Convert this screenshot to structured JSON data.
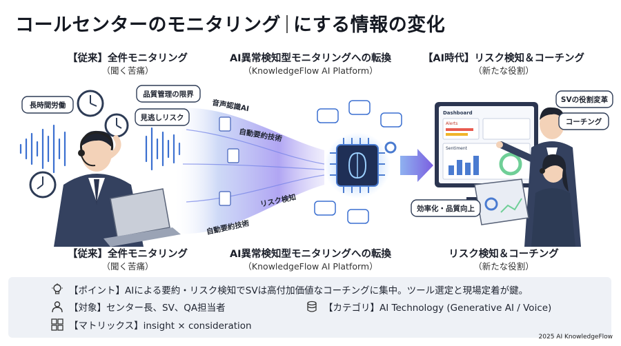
{
  "title": {
    "main": "コールセンターのモニタリング",
    "tail": "にする情報の変化"
  },
  "columns": {
    "left": {
      "label": "【従来】全件モニタリング",
      "sub": "（聞く苦痛）"
    },
    "middle": {
      "label": "AI異常検知型モニタリングへの転換",
      "sub": "（KnowledgeFlow AI Platform）"
    },
    "right": {
      "label": "【AI時代】リスク検知＆コーチング",
      "sub": "（新たな役割）"
    }
  },
  "bottom_labels": {
    "left": {
      "label": "【従来】全件モニタリング",
      "sub": "（聞く苦痛）"
    },
    "middle": {
      "label": "AI異常検知型モニタリングへの転換",
      "sub": "（KnowledgeFlow AI Platform）"
    },
    "right": {
      "label": "リスク検知＆コーチング",
      "sub": "（新たな役割）"
    }
  },
  "left_bubbles": {
    "long_hours": "長時間労働",
    "quality_limit": "品質管理の限界",
    "miss_risk": "見逃しリスク"
  },
  "flow_labels": {
    "speech_ai": "音声認識AI",
    "summary_tech": "自動要約技術",
    "risk_detect": "リスク検知",
    "auto_summary": "自動要約技術"
  },
  "right_bubbles": {
    "sv_role": "SVの役割変革",
    "coaching": "コーチング",
    "efficiency": "効率化・品質向上"
  },
  "dashboard": {
    "title": "Dashboard",
    "alerts": "Alerts",
    "sentiment": "Sentiment"
  },
  "info": {
    "point": "【ポイント】AIによる要約・リスク検知でSVは高付加価値なコーチングに集中。ツール選定と現場定着が鍵。",
    "target": "【対象】センター長、SV、QA担当者",
    "category": "【カテゴリ】AI Technology (Generative AI / Voice)",
    "matrix": "【マトリックス】insight × consideration"
  },
  "footer": "2025 AI KnowledgeFlow",
  "colors": {
    "navy": "#2d3b55",
    "blue": "#4a7bd0",
    "purple": "#7a5cd6",
    "wave": "#3a6fd0",
    "panel": "#eef1f6"
  }
}
